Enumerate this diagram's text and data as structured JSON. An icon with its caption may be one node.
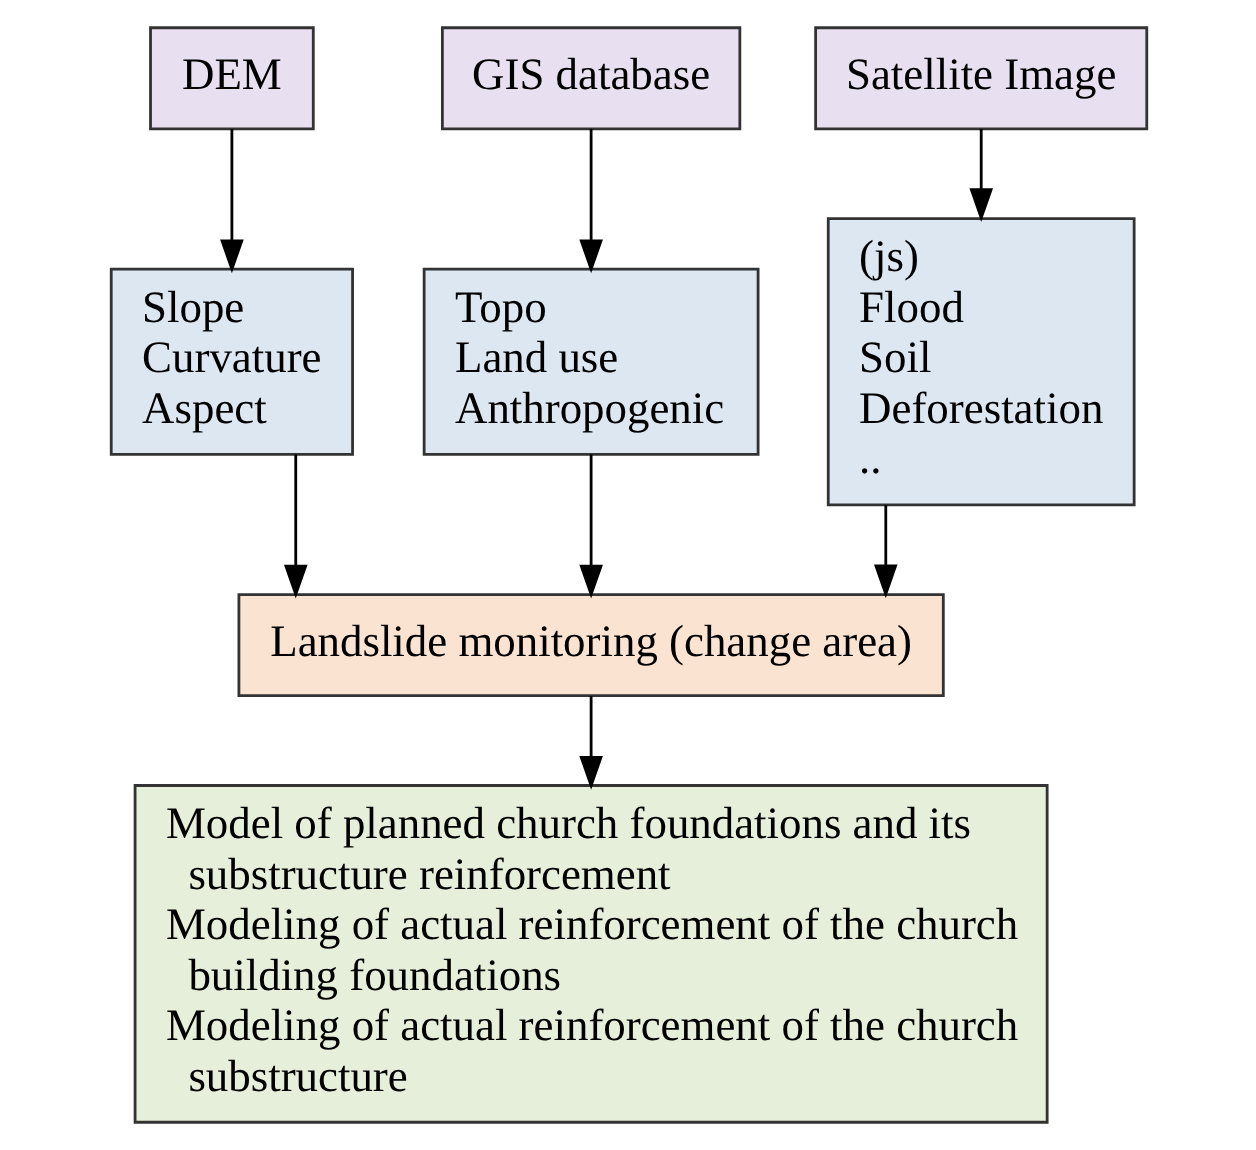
{
  "diagram": {
    "nodes": [
      {
        "text": [
          "DEM"
        ]
      },
      {
        "text": [
          "GIS database"
        ]
      },
      {
        "text": [
          "Satellite Image"
        ]
      },
      {
        "text": [
          "Slope",
          "Curvature",
          "Aspect"
        ]
      },
      {
        "text": [
          "Topo",
          "Land use",
          "Anthropogenic"
        ]
      },
      {
        "text": [
          "(js)",
          "Flood",
          "Soil",
          "Deforestation",
          ".."
        ]
      },
      {
        "text": [
          "Landslide monitoring (change area)"
        ]
      },
      {
        "text": [
          "Model of planned church foundations and its substructure reinforcement",
          "Modeling of actual reinforcement of the church building foundations",
          "Modeling of actual reinforcement of the church substructure"
        ]
      }
    ],
    "edges": [
      {
        "from": 0,
        "to": 3,
        "arrow": "to"
      },
      {
        "from": 1,
        "to": 4,
        "arrow": "to"
      },
      {
        "from": 2,
        "to": 5,
        "arrow": "to"
      },
      {
        "from": 3,
        "to": 6,
        "arrow": "to"
      },
      {
        "from": 4,
        "to": 6,
        "arrow": "to"
      },
      {
        "from": 5,
        "to": 6,
        "arrow": "to"
      },
      {
        "from": 6,
        "to": 7,
        "arrow": "to"
      }
    ]
  }
}
